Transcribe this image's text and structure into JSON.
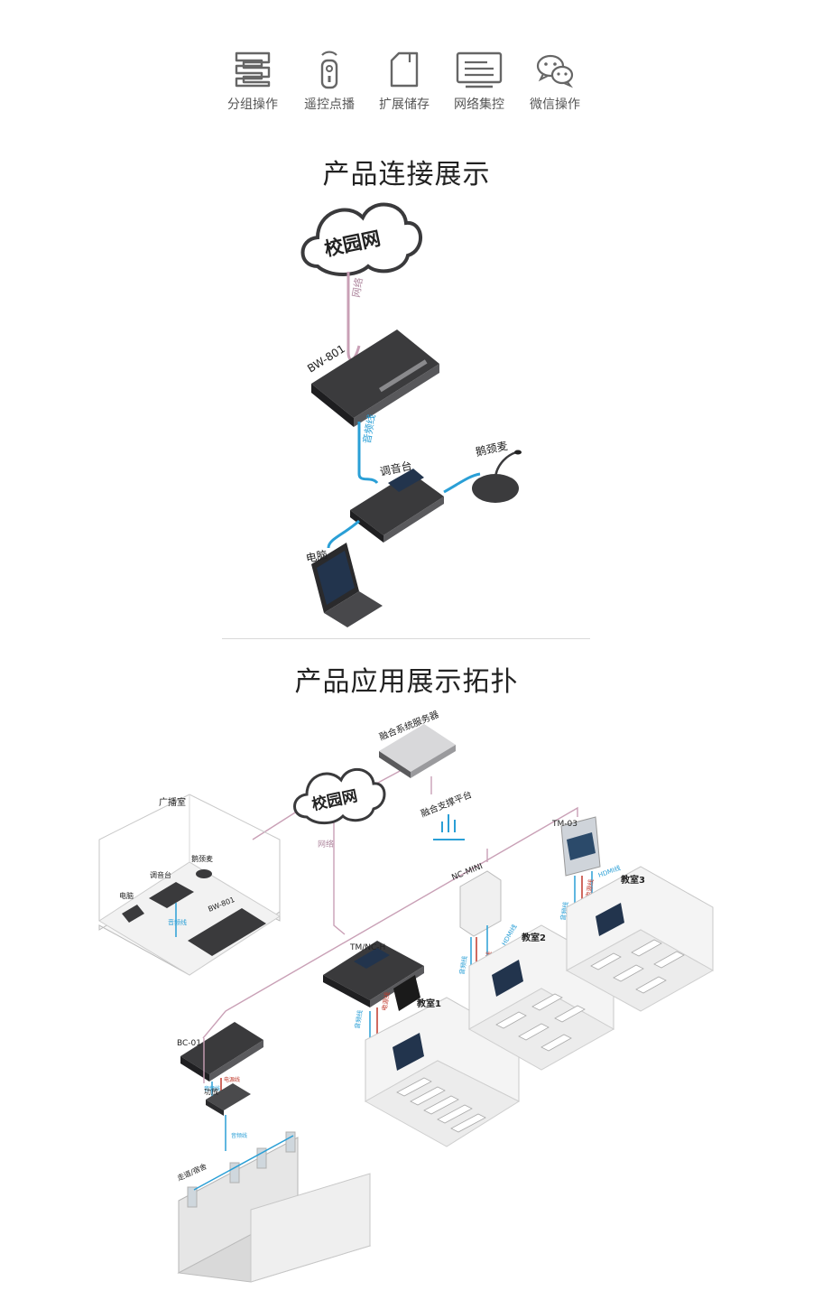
{
  "features": [
    {
      "label": "分组操作",
      "icon": "group-icon"
    },
    {
      "label": "遥控点播",
      "icon": "remote-icon"
    },
    {
      "label": "扩展储存",
      "icon": "sdcard-icon"
    },
    {
      "label": "网络集控",
      "icon": "monitor-icon"
    },
    {
      "label": "微信操作",
      "icon": "wechat-icon"
    }
  ],
  "section1": {
    "title": "产品连接展示",
    "cloud": "校园网",
    "net_line": "网络",
    "device": "BW-801",
    "audio_line": "音频线",
    "mixer": "调音台",
    "mic": "鹅颈麦",
    "laptop": "电脑"
  },
  "section2": {
    "title": "产品应用展示拓扑",
    "server": "融合系统服务器",
    "cloud": "校园网",
    "platform": "融合支撑平台",
    "net_line": "网络",
    "broadcast_room": "广播室",
    "br_laptop": "电脑",
    "br_mixer": "调音台",
    "br_mic": "鹅颈麦",
    "br_audio": "音频线",
    "br_device": "BW-801",
    "tm03": "TM-03",
    "ncmini": "NC-MINI",
    "tmnch": "TM/NC-H",
    "bc01": "BC-01",
    "amp": "功放",
    "corridor": "走道/宿舍",
    "class1": "教室1",
    "class2": "教室2",
    "class3": "教室3",
    "audio_wire": "音频线",
    "power_wire": "电源线",
    "hdmi_wire": "HDMI线"
  },
  "colors": {
    "net": "#c9a0b6",
    "audio": "#2a9fd6",
    "power": "#c0392b",
    "device": "#2d2d2f",
    "room": "#cfcfcf"
  }
}
